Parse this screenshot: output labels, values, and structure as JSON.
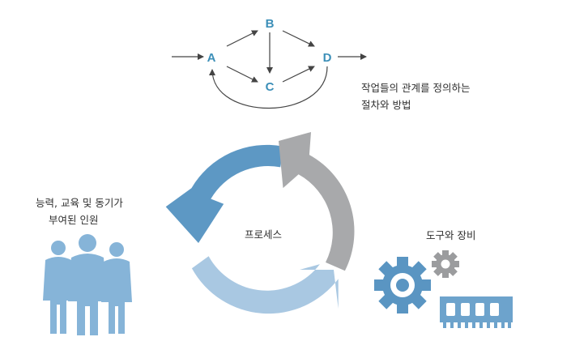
{
  "flow": {
    "nodes": {
      "a": "A",
      "b": "B",
      "c": "C",
      "d": "D"
    },
    "caption_line1": "작업들의 관계를 정의하는",
    "caption_line2": "절차와 방법"
  },
  "cycle": {
    "center_label": "프로세스",
    "colors": {
      "dark_blue": "#5d98c4",
      "light_blue": "#a9c8e2",
      "gray": "#a8a9ab"
    }
  },
  "people": {
    "label_line1": "능력, 교육 및 동기가",
    "label_line2": "부여된 인원",
    "color": "#86b4d8"
  },
  "tools": {
    "label": "도구와 장비",
    "gear_large_color": "#5a95c2",
    "gear_small_color": "#9b9c9e",
    "chip_color": "#6da3cc"
  }
}
